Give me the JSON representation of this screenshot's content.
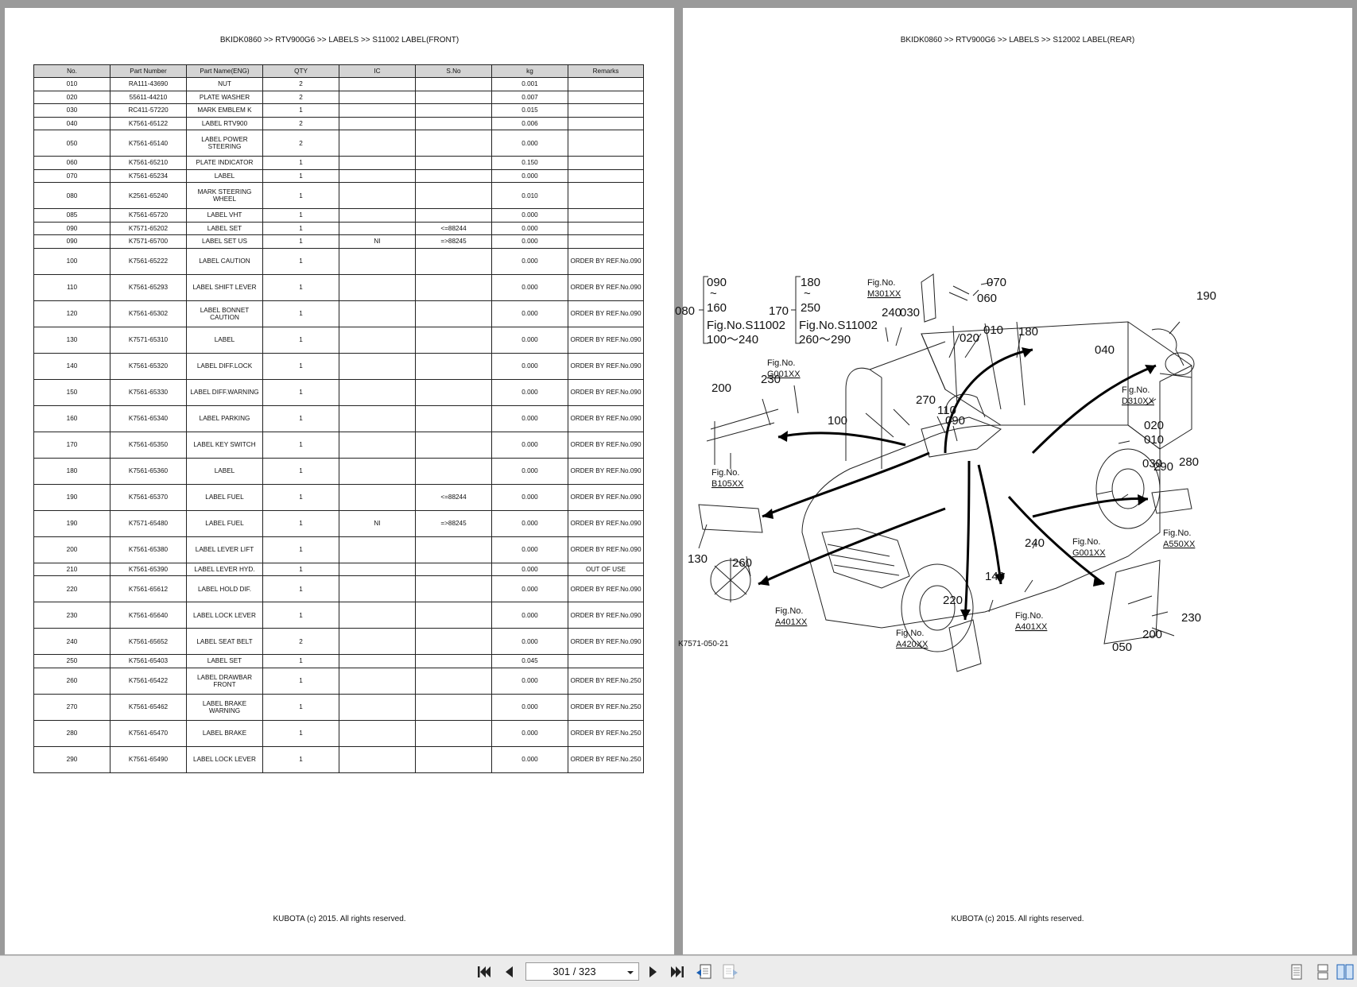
{
  "left_page": {
    "breadcrumb": "BKIDK0860 >> RTV900G6 >> LABELS >> S11002   LABEL(FRONT)",
    "columns": [
      "No.",
      "Part Number",
      "Part Name(ENG)",
      "QTY",
      "IC",
      "S.No",
      "kg",
      "Remarks"
    ],
    "rows": [
      {
        "no": "010",
        "part": "RA111-43690",
        "name": "NUT",
        "qty": "2",
        "ic": "",
        "sno": "",
        "kg": "0.001",
        "rem": ""
      },
      {
        "no": "020",
        "part": "55611-44210",
        "name": "PLATE WASHER",
        "qty": "2",
        "ic": "",
        "sno": "",
        "kg": "0.007",
        "rem": ""
      },
      {
        "no": "030",
        "part": "RC411-57220",
        "name": "MARK EMBLEM K",
        "qty": "1",
        "ic": "",
        "sno": "",
        "kg": "0.015",
        "rem": ""
      },
      {
        "no": "040",
        "part": "K7561-65122",
        "name": "LABEL RTV900",
        "qty": "2",
        "ic": "",
        "sno": "",
        "kg": "0.006",
        "rem": ""
      },
      {
        "no": "050",
        "part": "K7561-65140",
        "name": "LABEL POWER STEERING",
        "qty": "2",
        "ic": "",
        "sno": "",
        "kg": "0.000",
        "rem": ""
      },
      {
        "no": "060",
        "part": "K7561-65210",
        "name": "PLATE INDICATOR",
        "qty": "1",
        "ic": "",
        "sno": "",
        "kg": "0.150",
        "rem": ""
      },
      {
        "no": "070",
        "part": "K7561-65234",
        "name": "LABEL",
        "qty": "1",
        "ic": "",
        "sno": "",
        "kg": "0.000",
        "rem": ""
      },
      {
        "no": "080",
        "part": "K2561-65240",
        "name": "MARK STEERING WHEEL",
        "qty": "1",
        "ic": "",
        "sno": "",
        "kg": "0.010",
        "rem": ""
      },
      {
        "no": "085",
        "part": "K7561-65720",
        "name": "LABEL VHT",
        "qty": "1",
        "ic": "",
        "sno": "",
        "kg": "0.000",
        "rem": ""
      },
      {
        "no": "090",
        "part": "K7571-65202",
        "name": "LABEL SET",
        "qty": "1",
        "ic": "",
        "sno": "<=88244",
        "kg": "0.000",
        "rem": ""
      },
      {
        "no": "090",
        "part": "K7571-65700",
        "name": "LABEL SET US",
        "qty": "1",
        "ic": "NI",
        "sno": "=>88245",
        "kg": "0.000",
        "rem": ""
      },
      {
        "no": "100",
        "part": "K7561-65222",
        "name": "LABEL CAUTION",
        "qty": "1",
        "ic": "",
        "sno": "",
        "kg": "0.000",
        "rem": "ORDER BY REF.No.090"
      },
      {
        "no": "110",
        "part": "K7561-65293",
        "name": "LABEL SHIFT LEVER",
        "qty": "1",
        "ic": "",
        "sno": "",
        "kg": "0.000",
        "rem": "ORDER BY REF.No.090"
      },
      {
        "no": "120",
        "part": "K7561-65302",
        "name": "LABEL BONNET CAUTION",
        "qty": "1",
        "ic": "",
        "sno": "",
        "kg": "0.000",
        "rem": "ORDER BY REF.No.090"
      },
      {
        "no": "130",
        "part": "K7571-65310",
        "name": "LABEL",
        "qty": "1",
        "ic": "",
        "sno": "",
        "kg": "0.000",
        "rem": "ORDER BY REF.No.090"
      },
      {
        "no": "140",
        "part": "K7561-65320",
        "name": "LABEL DIFF.LOCK",
        "qty": "1",
        "ic": "",
        "sno": "",
        "kg": "0.000",
        "rem": "ORDER BY REF.No.090"
      },
      {
        "no": "150",
        "part": "K7561-65330",
        "name": "LABEL DIFF.WARNING",
        "qty": "1",
        "ic": "",
        "sno": "",
        "kg": "0.000",
        "rem": "ORDER BY REF.No.090"
      },
      {
        "no": "160",
        "part": "K7561-65340",
        "name": "LABEL PARKING",
        "qty": "1",
        "ic": "",
        "sno": "",
        "kg": "0.000",
        "rem": "ORDER BY REF.No.090"
      },
      {
        "no": "170",
        "part": "K7561-65350",
        "name": "LABEL KEY SWITCH",
        "qty": "1",
        "ic": "",
        "sno": "",
        "kg": "0.000",
        "rem": "ORDER BY REF.No.090"
      },
      {
        "no": "180",
        "part": "K7561-65360",
        "name": "LABEL",
        "qty": "1",
        "ic": "",
        "sno": "",
        "kg": "0.000",
        "rem": "ORDER BY REF.No.090"
      },
      {
        "no": "190",
        "part": "K7561-65370",
        "name": "LABEL FUEL",
        "qty": "1",
        "ic": "",
        "sno": "<=88244",
        "kg": "0.000",
        "rem": "ORDER BY REF.No.090"
      },
      {
        "no": "190",
        "part": "K7571-65480",
        "name": "LABEL FUEL",
        "qty": "1",
        "ic": "NI",
        "sno": "=>88245",
        "kg": "0.000",
        "rem": "ORDER BY REF.No.090"
      },
      {
        "no": "200",
        "part": "K7561-65380",
        "name": "LABEL LEVER LIFT",
        "qty": "1",
        "ic": "",
        "sno": "",
        "kg": "0.000",
        "rem": "ORDER BY REF.No.090"
      },
      {
        "no": "210",
        "part": "K7561-65390",
        "name": "LABEL LEVER HYD.",
        "qty": "1",
        "ic": "",
        "sno": "",
        "kg": "0.000",
        "rem": "OUT OF USE"
      },
      {
        "no": "220",
        "part": "K7561-65612",
        "name": "LABEL HOLD DIF.",
        "qty": "1",
        "ic": "",
        "sno": "",
        "kg": "0.000",
        "rem": "ORDER BY REF.No.090"
      },
      {
        "no": "230",
        "part": "K7561-65640",
        "name": "LABEL LOCK LEVER",
        "qty": "1",
        "ic": "",
        "sno": "",
        "kg": "0.000",
        "rem": "ORDER BY REF.No.090"
      },
      {
        "no": "240",
        "part": "K7561-65652",
        "name": "LABEL SEAT BELT",
        "qty": "2",
        "ic": "",
        "sno": "",
        "kg": "0.000",
        "rem": "ORDER BY REF.No.090"
      },
      {
        "no": "250",
        "part": "K7561-65403",
        "name": "LABEL SET",
        "qty": "1",
        "ic": "",
        "sno": "",
        "kg": "0.045",
        "rem": ""
      },
      {
        "no": "260",
        "part": "K7561-65422",
        "name": "LABEL DRAWBAR FRONT",
        "qty": "1",
        "ic": "",
        "sno": "",
        "kg": "0.000",
        "rem": "ORDER BY REF.No.250"
      },
      {
        "no": "270",
        "part": "K7561-65462",
        "name": "LABEL BRAKE WARNING",
        "qty": "1",
        "ic": "",
        "sno": "",
        "kg": "0.000",
        "rem": "ORDER BY REF.No.250"
      },
      {
        "no": "280",
        "part": "K7561-65470",
        "name": "LABEL BRAKE",
        "qty": "1",
        "ic": "",
        "sno": "",
        "kg": "0.000",
        "rem": "ORDER BY REF.No.250"
      },
      {
        "no": "290",
        "part": "K7561-65490",
        "name": "LABEL LOCK LEVER",
        "qty": "1",
        "ic": "",
        "sno": "",
        "kg": "0.000",
        "rem": "ORDER BY REF.No.250"
      }
    ],
    "footer": "KUBOTA (c) 2015. All rights reserved."
  },
  "right_page": {
    "breadcrumb": "BKIDK0860 >> RTV900G6 >> LABELS >> S12002   LABEL(REAR)",
    "diagram": {
      "range_090": "090",
      "range_tilde": "~",
      "range_160": "160",
      "label_080": "080",
      "ref_s11002_a": "Fig.No.S11002",
      "range_100_240": "100～240",
      "range_180": "180",
      "range_250": "250",
      "label_170": "170",
      "ref_s11002_b": "Fig.No.S11002",
      "range_260_290": "260～290",
      "fig_no": "Fig.No.",
      "fig_m301": "M301XX",
      "fig_g001": "G001XX",
      "fig_b105": "B105XX",
      "fig_a401": "A401XX",
      "fig_a420": "A420XX",
      "fig_a550": "A550XX",
      "fig_d310": "D310XX",
      "callouts": [
        "070",
        "060",
        "190",
        "240",
        "030",
        "020",
        "010",
        "180",
        "040",
        "230",
        "200",
        "270",
        "110",
        "100",
        "090",
        "020",
        "010",
        "030",
        "290",
        "280",
        "130",
        "260",
        "240",
        "140",
        "220",
        "230",
        "200",
        "050"
      ],
      "drawing_code": "K7571-050-21"
    },
    "footer": "KUBOTA (c) 2015. All rights reserved."
  },
  "toolbar": {
    "page_value": "301 / 323"
  }
}
